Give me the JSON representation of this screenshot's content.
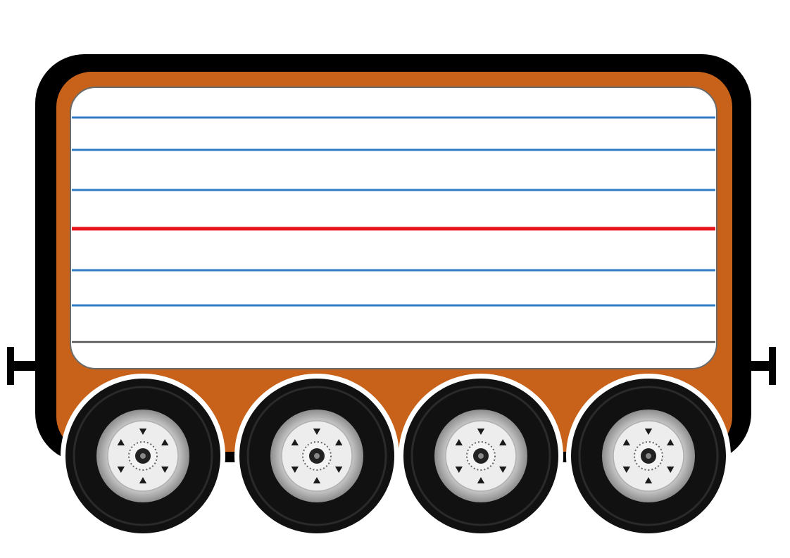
{
  "colors": {
    "background": "#ffffff",
    "outline": "#000000",
    "car_body": "#c8621a",
    "paper": "#ffffff",
    "rule_line": "#2f7cc4",
    "midline": "#e8141b",
    "baseline": "#555555",
    "tire": "#111111",
    "hub": "#d9d9d9",
    "hub_shadow": "#9a9a9a"
  },
  "icons": {
    "car": "train-car-icon",
    "wheel": "wheel-icon",
    "coupler": "coupler-icon"
  },
  "paper_lines": [
    {
      "kind": "rule"
    },
    {
      "kind": "rule"
    },
    {
      "kind": "rule"
    },
    {
      "kind": "midline"
    },
    {
      "kind": "rule"
    },
    {
      "kind": "rule"
    },
    {
      "kind": "baseline"
    }
  ],
  "wheel_count": 4
}
